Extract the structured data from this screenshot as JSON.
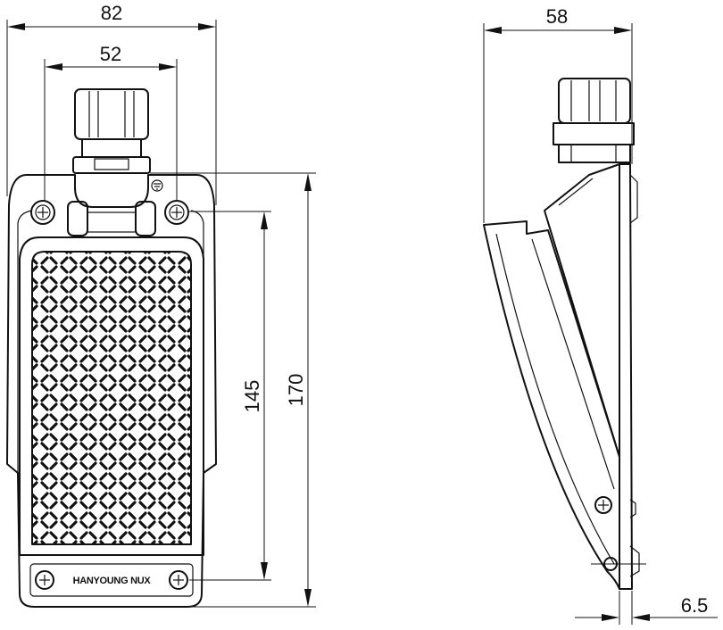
{
  "dimensions": {
    "front_overall_width": "82",
    "front_inner_width": "52",
    "front_pedal_height": "145",
    "front_overall_height": "170",
    "side_overall_depth": "58",
    "side_base_thickness": "6.5"
  },
  "brand": {
    "label": "HANYOUNG NUX"
  },
  "colors": {
    "line": "#111111",
    "background": "#ffffff"
  }
}
